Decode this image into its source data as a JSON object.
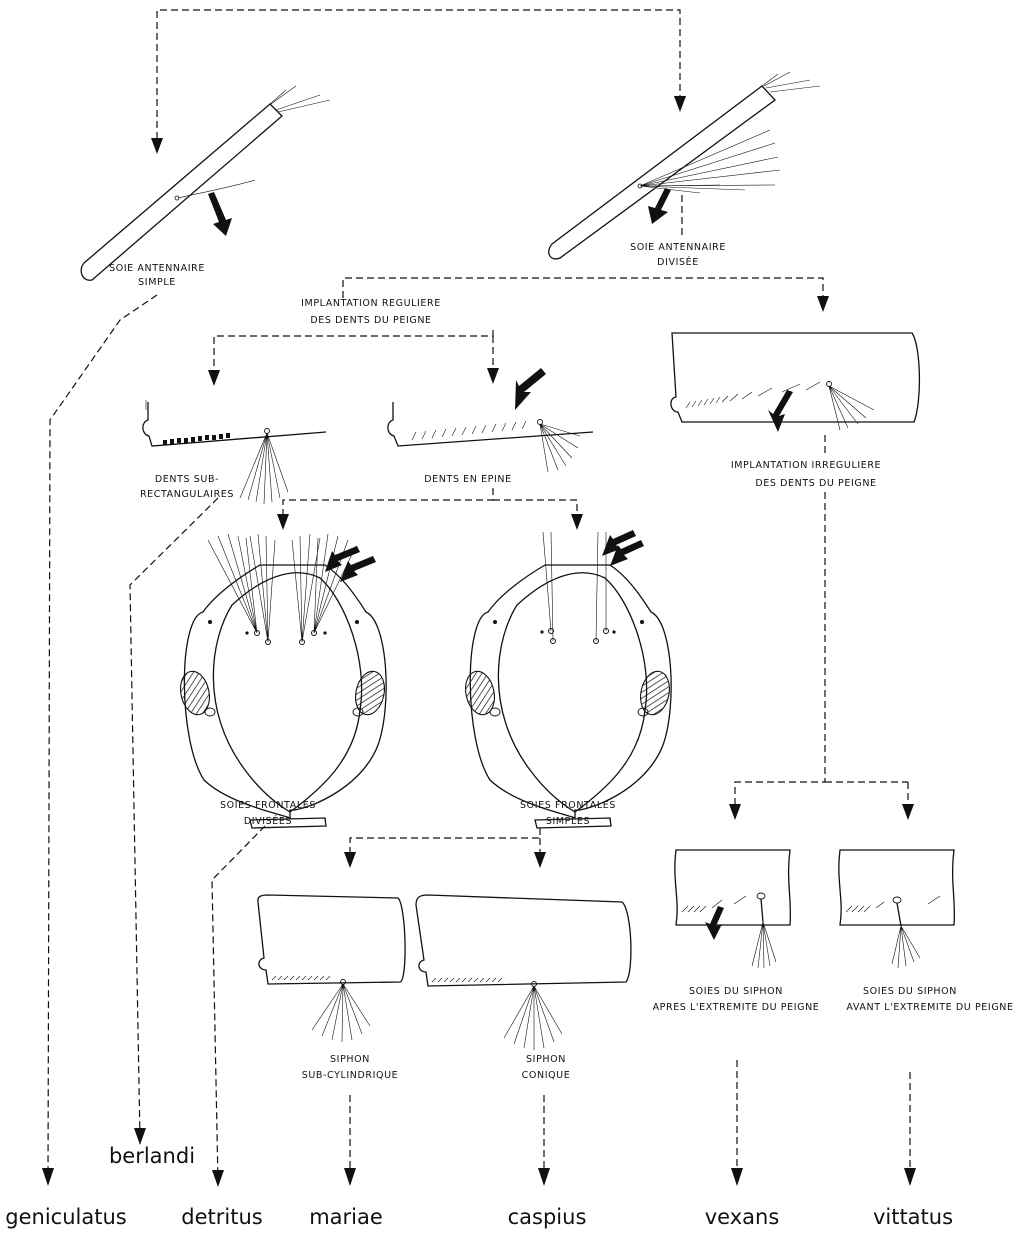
{
  "labels": {
    "soie_antennaire_simple": [
      "SOIE ANTENNAIRE",
      "SIMPLE"
    ],
    "soie_antennaire_divisee": [
      "SOIE ANTENNAIRE",
      "DIVISÉE"
    ],
    "implantation_reguliere": [
      "IMPLANTATION REGULIERE",
      "DES DENTS DU PEIGNE"
    ],
    "implantation_irreguliere": [
      "IMPLANTATION IRREGULIERE",
      "DES DENTS DU PEIGNE"
    ],
    "dents_sub_rectangulaires": [
      "DENTS SUB-",
      "RECTANGULAIRES"
    ],
    "dents_en_epine": [
      "DENTS EN EPINE"
    ],
    "soies_frontales_divisees": [
      "SOIES FRONTALES",
      "DIVISÉES"
    ],
    "soies_frontales_simples": [
      "SOIES FRONTALES",
      "SIMPLES"
    ],
    "soies_siphon_apres": [
      "SOIES DU SIPHON",
      "APRES L'EXTREMITE DU PEIGNE"
    ],
    "soies_siphon_avant": [
      "SOIES DU SIPHON",
      "AVANT L'EXTREMITE DU PEIGNE"
    ],
    "siphon_sub_cylindrique": [
      "SIPHON",
      "SUB-CYLINDRIQUE"
    ],
    "siphon_conique": [
      "SIPHON",
      "CONIQUE"
    ]
  },
  "species": {
    "geniculatus": "geniculatus",
    "berlandi": "berlandi",
    "detritus": "detritus",
    "mariae": "mariae",
    "caspius": "caspius",
    "vexans": "vexans",
    "vittatus": "vittatus"
  }
}
